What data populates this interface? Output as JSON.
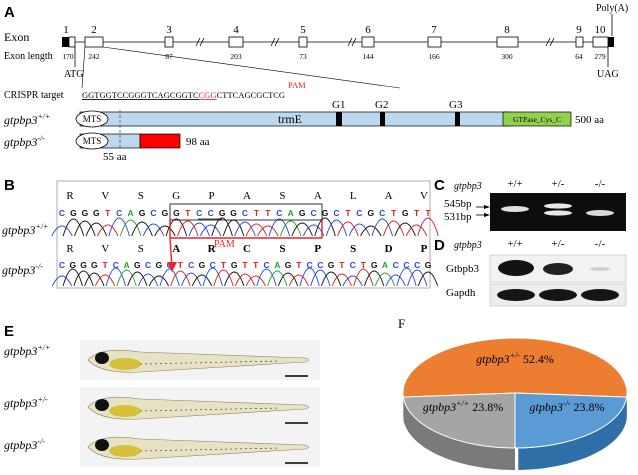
{
  "panelA": {
    "label": "A",
    "poly_a": "Poly(A)",
    "exon_title": "Exon",
    "exon_length_title": "Exon length",
    "exon_numbers": [
      "1",
      "2",
      "3",
      "4",
      "5",
      "6",
      "7",
      "8",
      "9",
      "10"
    ],
    "exon_lengths": [
      "170",
      "242",
      "87",
      "203",
      "73",
      "144",
      "166",
      "300",
      "64",
      "279"
    ],
    "atg": "ATG",
    "uag": "UAG",
    "crispr_label": "CRISPR target",
    "pam": "PAM",
    "seq_prefix": "GGTGGTCCGGGTCAGCGGTC",
    "seq_pam": "CGG",
    "seq_suffix": "CTTCAGCGCTCG",
    "wt_genotype": "gtpbp3",
    "wt_sup": "+/+",
    "ko_genotype": "gtpbp3",
    "ko_sup": "-/-",
    "mts": "MTS",
    "trme": "trmE",
    "g1": "G1",
    "g2": "G2",
    "g3": "G3",
    "gtpase": "GTPase_Cys_C",
    "wt_length": "500 aa",
    "ko_length": "98 aa",
    "cut_pos": "55 aa"
  },
  "panelB": {
    "label": "B",
    "aa_top": [
      "R",
      "V",
      "S",
      "G",
      "P",
      "A",
      "S",
      "A",
      "L",
      "A",
      "V"
    ],
    "aa_bottom": [
      "R",
      "V",
      "S",
      "A",
      "R",
      "C",
      "S",
      "P",
      "S",
      "D",
      "P"
    ],
    "nt_top": "CGGGTCAGCGGTCCGGCTTCAGCGCTCGCTGTT",
    "nt_bottom": "CGGGTCAGCGCTCGCTGTTCAGTCCGTCTGACCCG",
    "pam": "PAM",
    "wt_genotype": "gtpbp3",
    "wt_sup": "+/+",
    "ko_genotype": "gtpbp3",
    "ko_sup": "-/-"
  },
  "panelC": {
    "label": "C",
    "gene": "gtpbp3",
    "lanes": [
      "+/+",
      "+/-",
      "-/-"
    ],
    "bands": [
      "545bp",
      "531bp"
    ]
  },
  "panelD": {
    "label": "D",
    "gene": "gtpbp3",
    "lanes": [
      "+/+",
      "+/-",
      "-/-"
    ],
    "rows": [
      "Gtbpb3",
      "Gapdh"
    ]
  },
  "panelE": {
    "label": "E",
    "rows": [
      {
        "genotype": "gtpbp3",
        "sup": "+/+"
      },
      {
        "genotype": "gtpbp3",
        "sup": "+/-"
      },
      {
        "genotype": "gtpbp3",
        "sup": "-/-"
      }
    ]
  },
  "panelF": {
    "label": "F",
    "colors": {
      "het": "#ED7D31",
      "wt": "#5B9BD5",
      "ko": "#A5A5A5"
    }
  },
  "chart_data": {
    "type": "pie",
    "slices": [
      {
        "label": "gtpbp3+/-",
        "genotype": "gtpbp3",
        "sup": "+/-",
        "value": 52.4,
        "text": "52.4%"
      },
      {
        "label": "gtpbp3+/+",
        "genotype": "gtpbp3",
        "sup": "+/+",
        "value": 23.8,
        "text": "23.8%"
      },
      {
        "label": "gtpbp3-/-",
        "genotype": "gtpbp3",
        "sup": "-/-",
        "value": 23.8,
        "text": "23.8%"
      }
    ]
  }
}
